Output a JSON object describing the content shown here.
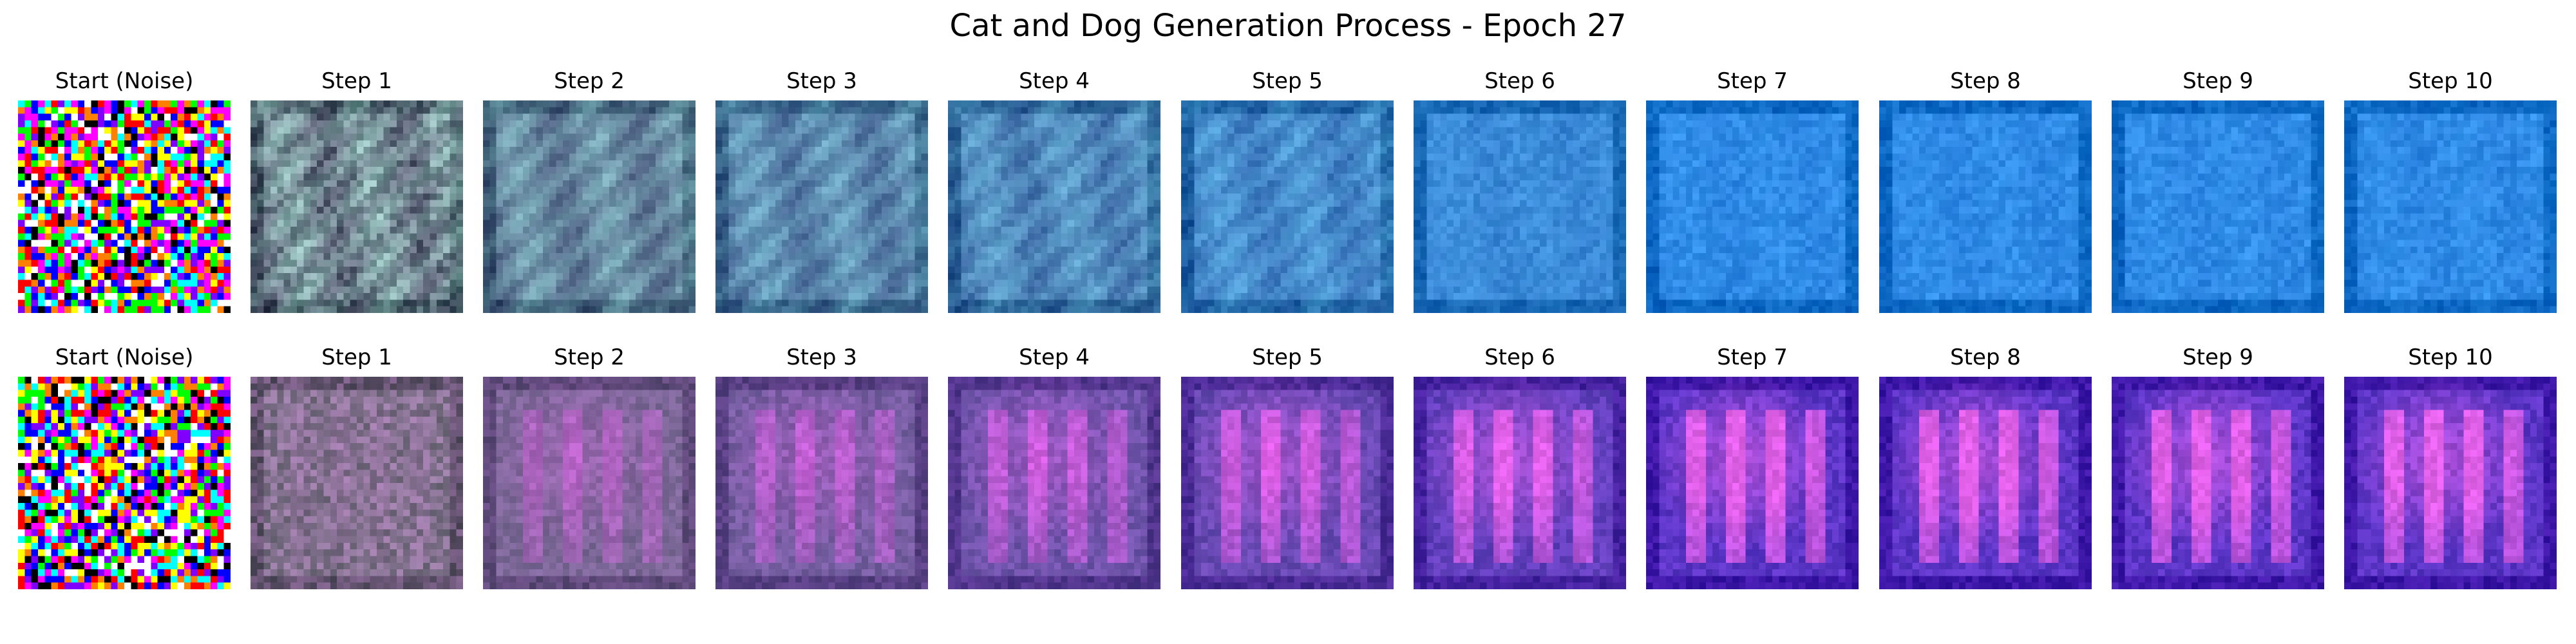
{
  "figure": {
    "title": "Cat and Dog Generation Process - Epoch 27"
  },
  "rows": [
    {
      "name": "row-1",
      "panels": [
        {
          "label": "Start (Noise)",
          "kind": "noise",
          "step": 0
        },
        {
          "label": "Step 1",
          "kind": "blue",
          "step": 1
        },
        {
          "label": "Step 2",
          "kind": "blue",
          "step": 2
        },
        {
          "label": "Step 3",
          "kind": "blue",
          "step": 3
        },
        {
          "label": "Step 4",
          "kind": "blue",
          "step": 4
        },
        {
          "label": "Step 5",
          "kind": "blue",
          "step": 5
        },
        {
          "label": "Step 6",
          "kind": "blue",
          "step": 6
        },
        {
          "label": "Step 7",
          "kind": "blue",
          "step": 7
        },
        {
          "label": "Step 8",
          "kind": "blue",
          "step": 8
        },
        {
          "label": "Step 9",
          "kind": "blue",
          "step": 9
        },
        {
          "label": "Step 10",
          "kind": "blue",
          "step": 10
        }
      ]
    },
    {
      "name": "row-2",
      "panels": [
        {
          "label": "Start (Noise)",
          "kind": "noise",
          "step": 0
        },
        {
          "label": "Step 1",
          "kind": "purple",
          "step": 1
        },
        {
          "label": "Step 2",
          "kind": "purple",
          "step": 2
        },
        {
          "label": "Step 3",
          "kind": "purple",
          "step": 3
        },
        {
          "label": "Step 4",
          "kind": "purple",
          "step": 4
        },
        {
          "label": "Step 5",
          "kind": "purple",
          "step": 5
        },
        {
          "label": "Step 6",
          "kind": "purple",
          "step": 6
        },
        {
          "label": "Step 7",
          "kind": "purple",
          "step": 7
        },
        {
          "label": "Step 8",
          "kind": "purple",
          "step": 8
        },
        {
          "label": "Step 9",
          "kind": "purple",
          "step": 9
        },
        {
          "label": "Step 10",
          "kind": "purple",
          "step": 10
        }
      ]
    }
  ],
  "palette": {
    "blue_final": "#2f8be6",
    "blue_start": "#7f8a86",
    "purple_final": "#5b35c6",
    "purple_start": "#8a7c86",
    "pink_highlight": "#e060e8"
  }
}
